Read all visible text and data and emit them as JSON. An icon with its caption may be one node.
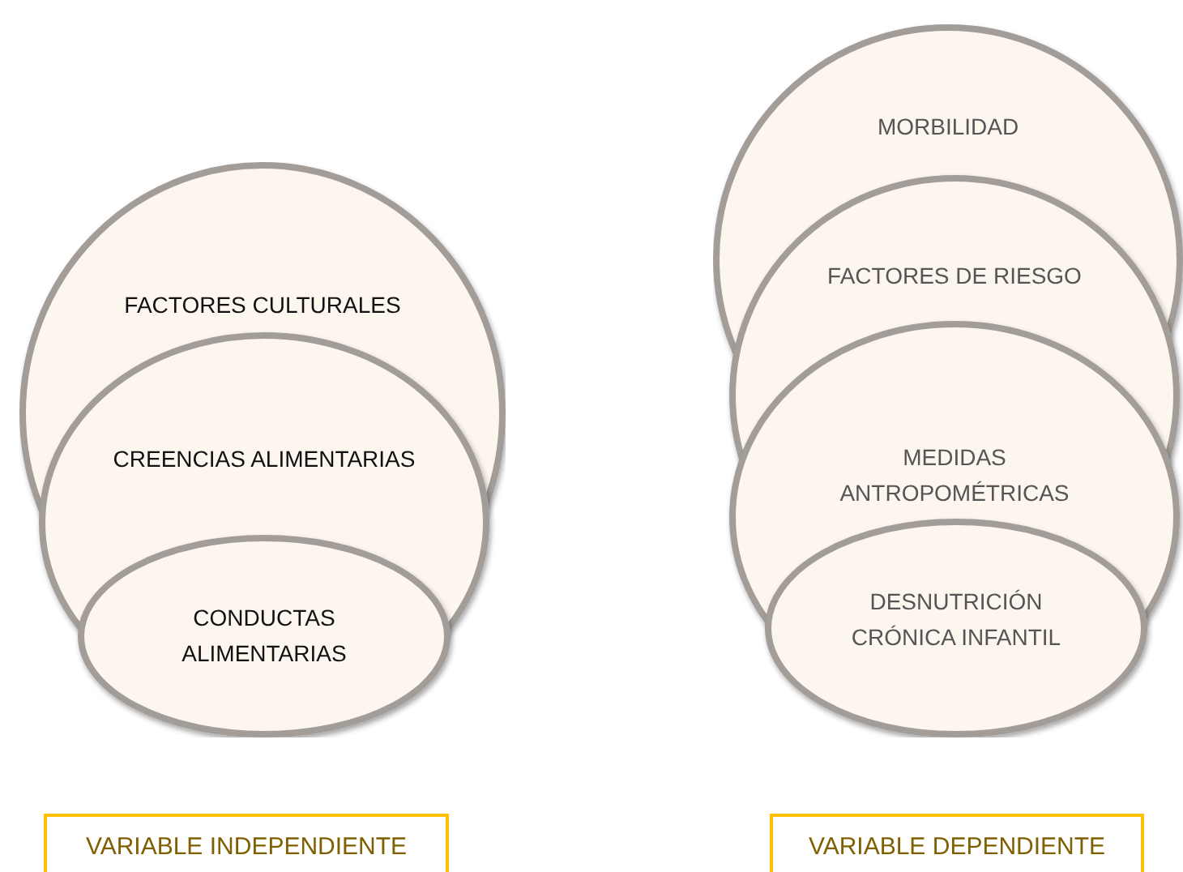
{
  "diagram": {
    "nodes": [
      {
        "text": [
          "FACTORES CULTURALES"
        ]
      },
      {
        "text": [
          "CREENCIAS ALIMENTARIAS"
        ]
      },
      {
        "text": [
          "CONDUCTAS ALIMENTARIAS"
        ]
      },
      {
        "text": [
          "MORBILIDAD"
        ]
      },
      {
        "text": [
          "FACTORES DE RIESGO"
        ]
      },
      {
        "text": [
          "MEDIDAS ANTROPOMÉTRICAS"
        ]
      },
      {
        "text": [
          "DESNUTRICIÓN CRÓNICA INFANTIL"
        ]
      },
      {
        "text": [
          "VARIABLE INDEPENDIENTE"
        ]
      },
      {
        "text": [
          "VARIABLE DEPENDIENTE"
        ]
      }
    ],
    "edges": []
  }
}
